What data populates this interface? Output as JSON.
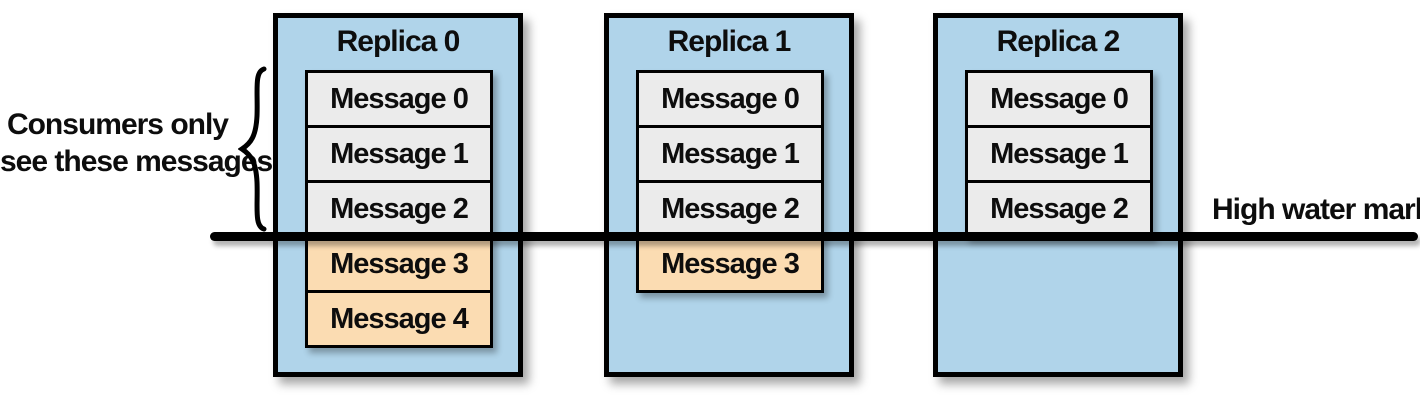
{
  "annotations": {
    "consumers_label_line1": "Consumers only",
    "consumers_label_line2": "see these messages",
    "high_water_mark_label": "High water mark"
  },
  "replicas": [
    {
      "label": "Replica 0",
      "messages": [
        {
          "label": "Message 0",
          "consumer_visible": true
        },
        {
          "label": "Message 1",
          "consumer_visible": true
        },
        {
          "label": "Message 2",
          "consumer_visible": true
        },
        {
          "label": "Message 3",
          "consumer_visible": false
        },
        {
          "label": "Message 4",
          "consumer_visible": false
        }
      ]
    },
    {
      "label": "Replica 1",
      "messages": [
        {
          "label": "Message 0",
          "consumer_visible": true
        },
        {
          "label": "Message 1",
          "consumer_visible": true
        },
        {
          "label": "Message 2",
          "consumer_visible": true
        },
        {
          "label": "Message 3",
          "consumer_visible": false
        }
      ]
    },
    {
      "label": "Replica 2",
      "messages": [
        {
          "label": "Message 0",
          "consumer_visible": true
        },
        {
          "label": "Message 1",
          "consumer_visible": true
        },
        {
          "label": "Message 2",
          "consumer_visible": true
        }
      ]
    }
  ],
  "colors": {
    "replica_fill": "#b0d4ea",
    "message_above_hwm_fill": "#ebebeb",
    "message_below_hwm_fill": "#fbdcb2",
    "line_and_border": "#000000"
  }
}
